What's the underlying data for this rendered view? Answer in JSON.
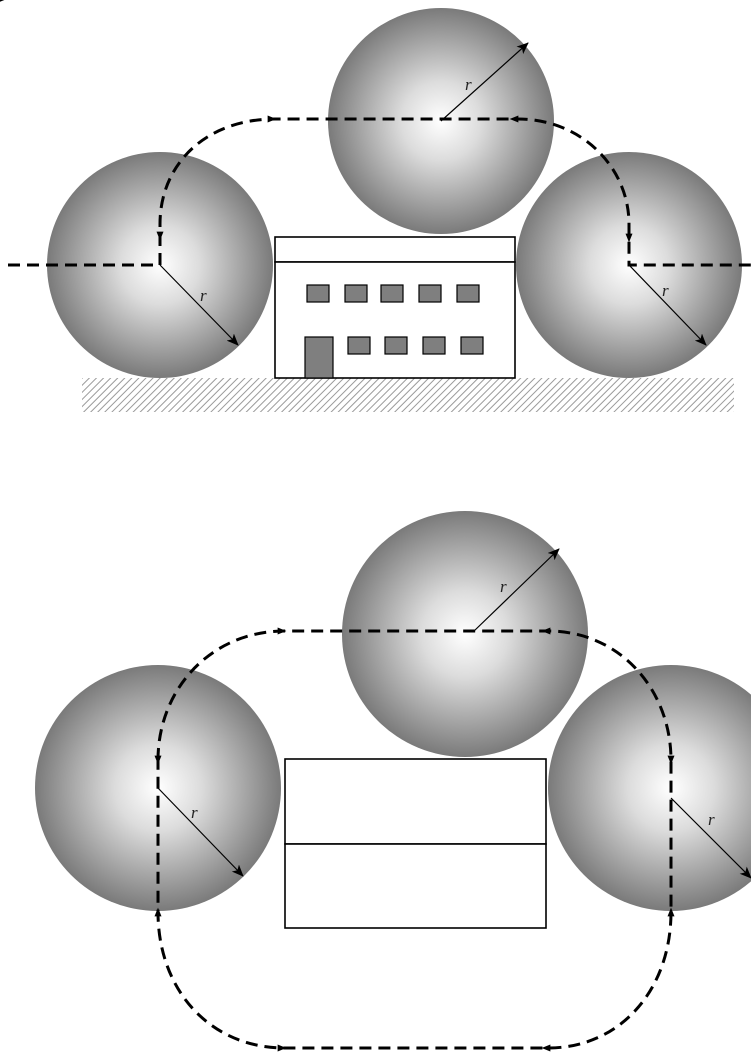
{
  "figure": {
    "type": "diagram",
    "panels": [
      {
        "id": "top",
        "description_hidden": false,
        "ball_count": 3,
        "path": "open",
        "ground": true,
        "building_detail": true
      },
      {
        "id": "bottom",
        "ball_count": 3,
        "path": "closed",
        "ground": false,
        "building_detail": false
      }
    ],
    "radius_labels": [
      "r",
      "r",
      "r",
      "r",
      "r",
      "r"
    ],
    "colors": {
      "ball_center": "#ffffff",
      "ball_edge": "#7a7a7a",
      "window": "#7f7f7f",
      "ground_hatch": "#9a9a9a"
    }
  }
}
